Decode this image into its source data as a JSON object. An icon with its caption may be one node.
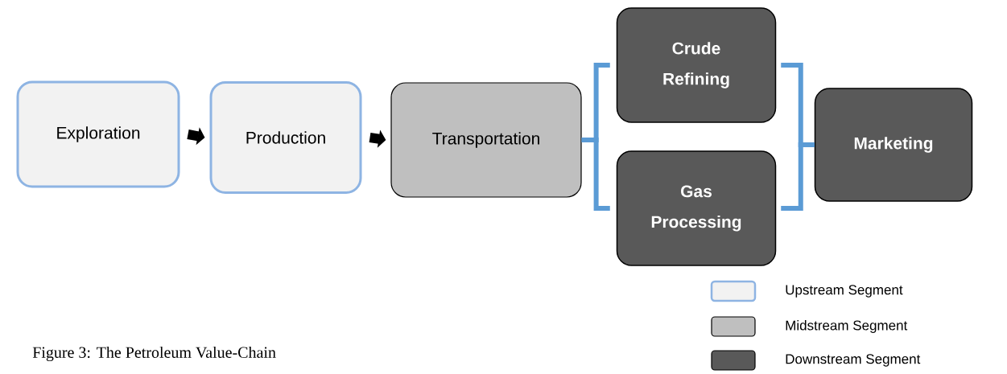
{
  "diagram": {
    "caption": "Figure 3: The Petroleum Value-Chain",
    "nodes": [
      {
        "text": [
          "Exploration"
        ]
      },
      {
        "text": [
          "Production"
        ]
      },
      {
        "text": [
          "Transportation"
        ]
      },
      {
        "text": [
          "Crude Refining"
        ]
      },
      {
        "text": [
          "Gas Processing"
        ]
      },
      {
        "text": [
          "Marketing"
        ]
      }
    ],
    "edges": [
      {
        "from": 0,
        "to": 1,
        "arrow": "to",
        "style": "thick",
        "color": "#000000"
      },
      {
        "from": 1,
        "to": 2,
        "arrow": "to",
        "style": "thick",
        "color": "#000000"
      },
      {
        "from": 2,
        "to": 3,
        "arrow": "none",
        "color": "#5b9bd5"
      },
      {
        "from": 2,
        "to": 4,
        "arrow": "none",
        "color": "#5b9bd5"
      },
      {
        "from": 3,
        "to": 5,
        "arrow": "none",
        "color": "#5b9bd5"
      },
      {
        "from": 4,
        "to": 5,
        "arrow": "none",
        "color": "#5b9bd5"
      }
    ],
    "legend": [
      {
        "text": "Upstream Segment",
        "color": "#f2f2f2"
      },
      {
        "text": "Midstream Segment",
        "color": "#bfbfbf"
      },
      {
        "text": "Downstream Segment",
        "color": "#595959"
      }
    ]
  }
}
